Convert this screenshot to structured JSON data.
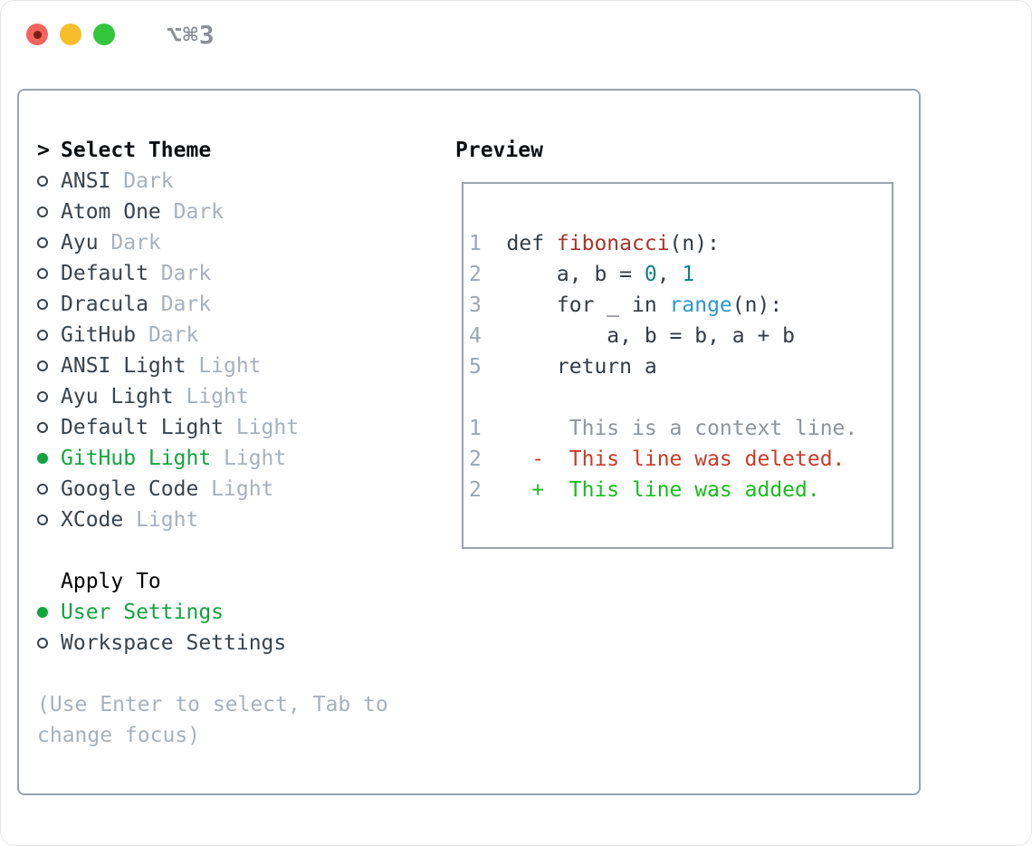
{
  "window": {
    "shortcut": "⌥⌘3",
    "buttons": [
      "close-button",
      "minimize-button",
      "zoom-button"
    ]
  },
  "colors": {
    "accent_green": "#13a33f",
    "added_green": "#16bd1d",
    "deleted_red": "#c83b29",
    "function_red": "#a8352b",
    "number_teal": "#107f88",
    "call_blue": "#2a97d0",
    "muted_gray": "#a7b1bc",
    "dark_text": "#39434c",
    "line_number_gray": "#9aa6b4",
    "panel_border_gray": "#99a3ad"
  },
  "theme_picker": {
    "header_prefix": ">",
    "header": "Select Theme",
    "items": [
      {
        "name": "ANSI",
        "variant": "Dark",
        "selected": false
      },
      {
        "name": "Atom One",
        "variant": "Dark",
        "selected": false
      },
      {
        "name": "Ayu",
        "variant": "Dark",
        "selected": false
      },
      {
        "name": "Default",
        "variant": "Dark",
        "selected": false
      },
      {
        "name": "Dracula",
        "variant": "Dark",
        "selected": false
      },
      {
        "name": "GitHub",
        "variant": "Dark",
        "selected": false
      },
      {
        "name": "ANSI Light",
        "variant": "Light",
        "selected": false
      },
      {
        "name": "Ayu Light",
        "variant": "Light",
        "selected": false
      },
      {
        "name": "Default Light",
        "variant": "Light",
        "selected": false
      },
      {
        "name": "GitHub Light",
        "variant": "Light",
        "selected": true
      },
      {
        "name": "Google Code",
        "variant": "Light",
        "selected": false
      },
      {
        "name": "XCode",
        "variant": "Light",
        "selected": false
      }
    ]
  },
  "apply_to": {
    "header": "Apply To",
    "options": [
      {
        "name": "User Settings",
        "selected": true
      },
      {
        "name": "Workspace Settings",
        "selected": false
      }
    ]
  },
  "help_lines": [
    "(Use Enter to select, Tab to",
    "change focus)"
  ],
  "preview": {
    "title": "Preview",
    "code_lines": [
      {
        "number": "1",
        "segments": [
          {
            "text": "def ",
            "style": "code"
          },
          {
            "text": "fibonacci",
            "style": "func"
          },
          {
            "text": "(n):",
            "style": "code"
          }
        ]
      },
      {
        "number": "2",
        "segments": [
          {
            "text": "    a, b = ",
            "style": "code"
          },
          {
            "text": "0",
            "style": "num"
          },
          {
            "text": ", ",
            "style": "code"
          },
          {
            "text": "1",
            "style": "num"
          }
        ]
      },
      {
        "number": "3",
        "segments": [
          {
            "text": "    for _ in ",
            "style": "code"
          },
          {
            "text": "range",
            "style": "call"
          },
          {
            "text": "(n):",
            "style": "code"
          }
        ]
      },
      {
        "number": "4",
        "segments": [
          {
            "text": "        a, b = b, a + b",
            "style": "code"
          }
        ]
      },
      {
        "number": "5",
        "segments": [
          {
            "text": "    return a",
            "style": "code"
          }
        ]
      }
    ],
    "diff_lines": [
      {
        "number": "1",
        "content": "     This is a context line.",
        "kind": "context"
      },
      {
        "number": "2",
        "content": "  -  This line was deleted.",
        "kind": "deleted"
      },
      {
        "number": "2",
        "content": "  +  This line was added.",
        "kind": "added"
      }
    ]
  }
}
